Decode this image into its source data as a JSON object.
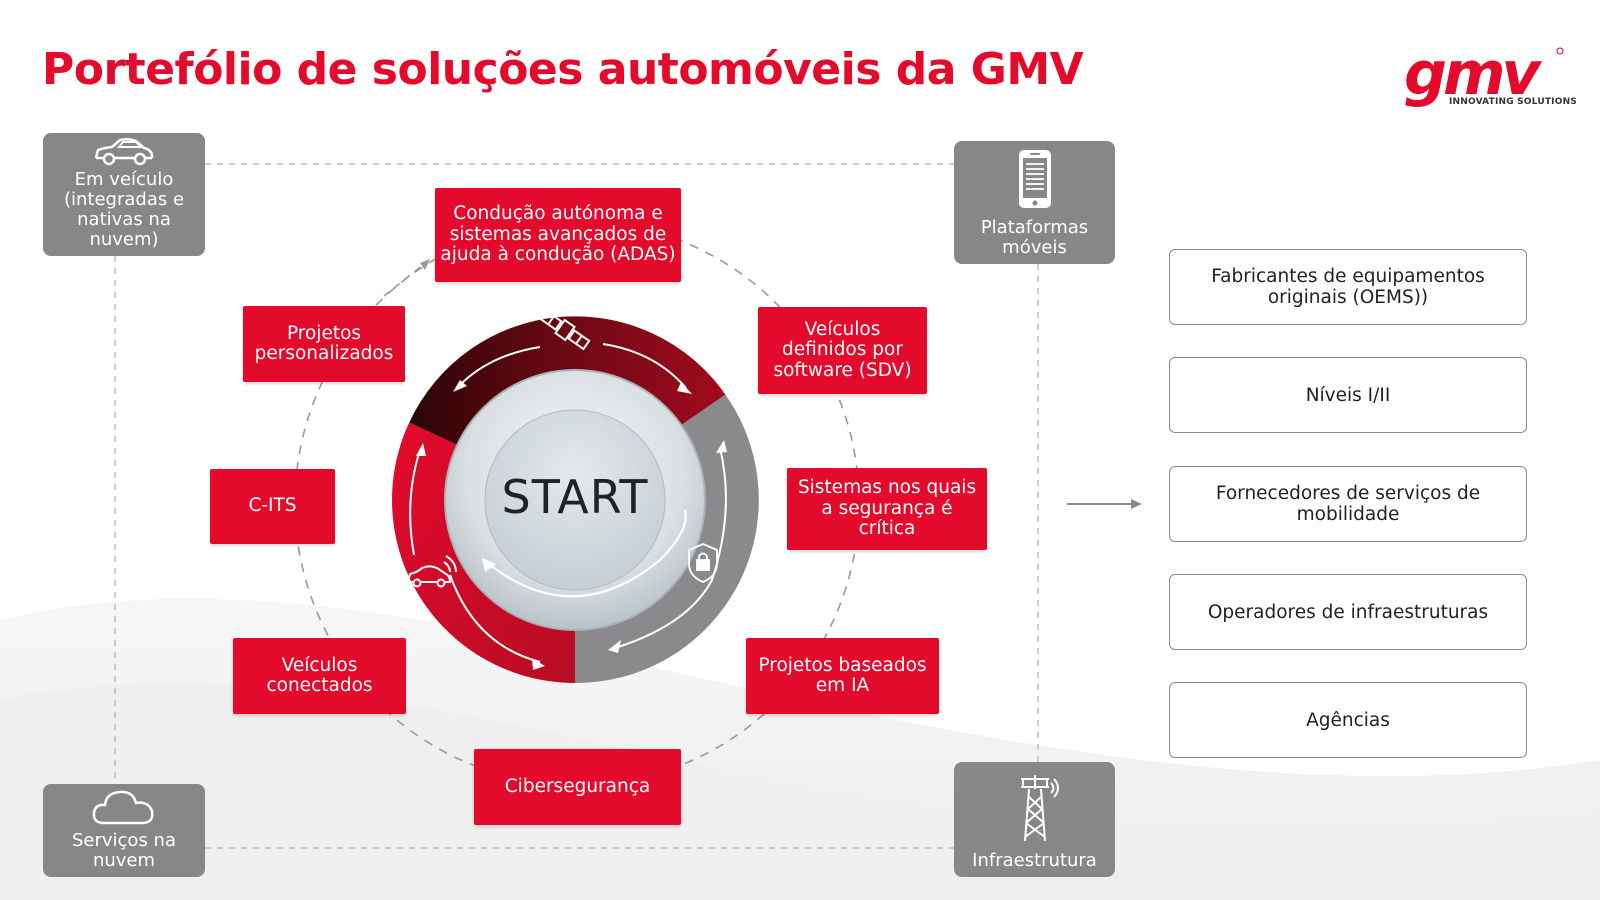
{
  "title": "Portefólio de soluções automóveis da GMV",
  "logo": {
    "wordmark": "gmv",
    "tagline": "INNOVATING SOLUTIONS",
    "color": "#e30a2b"
  },
  "corners": [
    {
      "id": "in-vehicle",
      "label": "Em veículo (integradas e nativas na nuvem)",
      "icon": "car-icon"
    },
    {
      "id": "mobile",
      "label": "Plataformas móveis",
      "icon": "smartphone-icon"
    },
    {
      "id": "cloud",
      "label": "Serviços na nuvem",
      "icon": "cloud-icon"
    },
    {
      "id": "infra",
      "label": "Infraestrutura",
      "icon": "antenna-tower-icon"
    }
  ],
  "cycle_items": [
    {
      "id": "adas",
      "label": "Condução autónoma e sistemas avançados de ajuda à condução (ADAS)"
    },
    {
      "id": "sdv",
      "label": "Veículos definidos por software (SDV)"
    },
    {
      "id": "safety",
      "label": "Sistemas nos quais a segurança é crítica"
    },
    {
      "id": "ai",
      "label": "Projetos baseados em IA"
    },
    {
      "id": "cyber",
      "label": "Cibersegurança"
    },
    {
      "id": "connected",
      "label": "Veículos conectados"
    },
    {
      "id": "cits",
      "label": "C-ITS"
    },
    {
      "id": "custom",
      "label": "Projetos personalizados"
    }
  ],
  "center": {
    "label": "START",
    "icons": [
      "satellite-icon",
      "lock-shield-icon",
      "connected-car-icon"
    ]
  },
  "targets": [
    "Fabricantes de equipamentos originais (OEMS))",
    "Níveis I/II",
    "Fornecedores de serviços de mobilidade",
    "Operadores de infraestruturas",
    "Agências"
  ],
  "colors": {
    "brand_red": "#e30a2b",
    "dark_red": "#7a0d15",
    "grey_box": "#878787",
    "grey_ring": "#8a8a8c"
  }
}
